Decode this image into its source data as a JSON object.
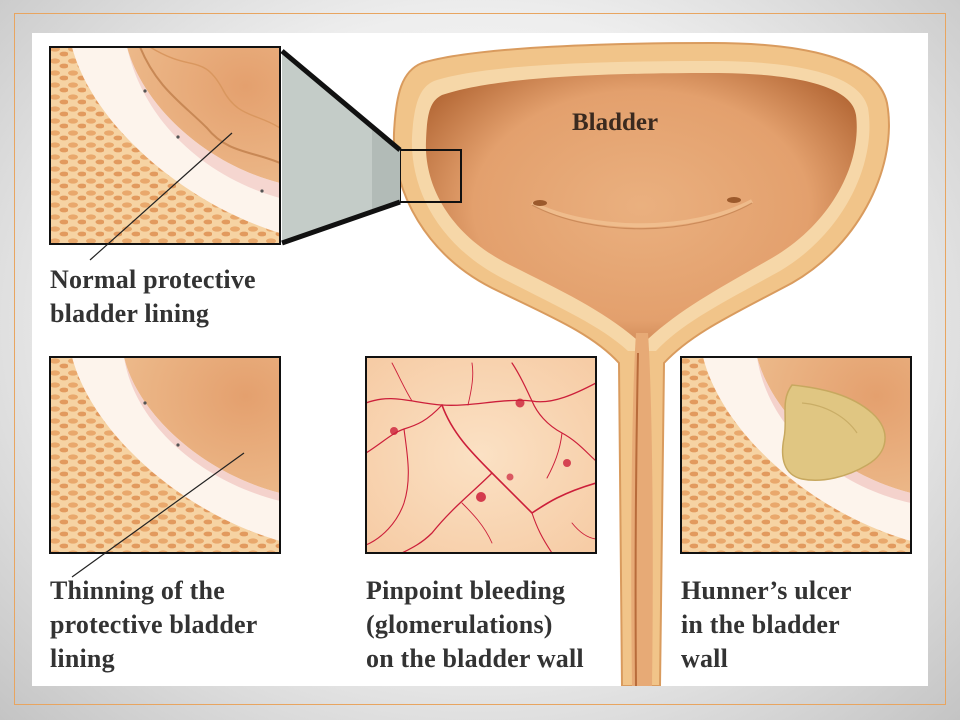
{
  "bladder_label": "Bladder",
  "panels": [
    {
      "id": "normal",
      "lines": [
        "Normal protective",
        "bladder lining"
      ]
    },
    {
      "id": "thinning",
      "lines": [
        "Thinning of the",
        "protective bladder",
        "lining"
      ]
    },
    {
      "id": "bleeding",
      "lines": [
        "Pinpoint bleeding",
        "(glomerulations)",
        "on the bladder wall"
      ]
    },
    {
      "id": "ulcer",
      "lines": [
        "Hunner’s ulcer",
        "in the bladder",
        "wall"
      ]
    }
  ],
  "colors": {
    "tissue": "#f1c489",
    "muscle": "#e6a067",
    "lumen": "#e6a876",
    "lumen_dark": "#b96b3a",
    "bleed": "#cc1f3a",
    "ulcer": "#e0c682",
    "callout": "#c4ccc8"
  }
}
